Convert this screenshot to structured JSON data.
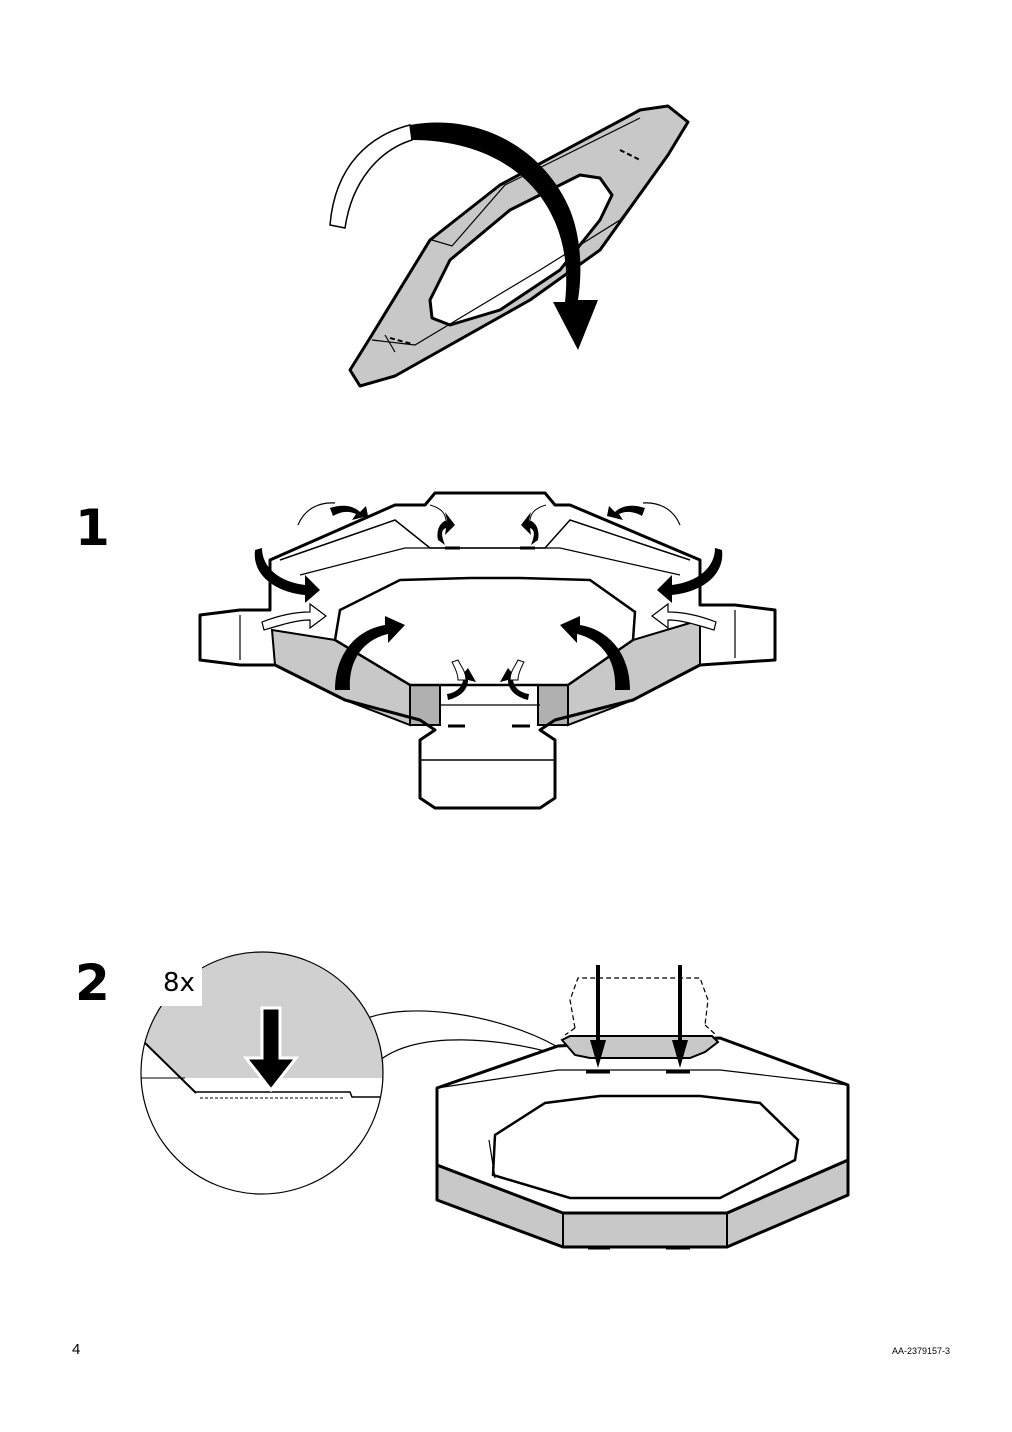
{
  "page": {
    "number": "4",
    "doc_code": "AA-2379157-3"
  },
  "steps": [
    {
      "number": "1"
    },
    {
      "number": "2",
      "quantity": "8x"
    }
  ],
  "colors": {
    "panel_fill": "#c8c8c8",
    "zoom_fill": "#d0d0d0",
    "ink": "#000000",
    "paper": "#ffffff"
  },
  "icons": [
    "flip-arrow-icon",
    "fold-arrow-icon",
    "push-down-arrow-icon",
    "magnifier-callout-icon"
  ]
}
